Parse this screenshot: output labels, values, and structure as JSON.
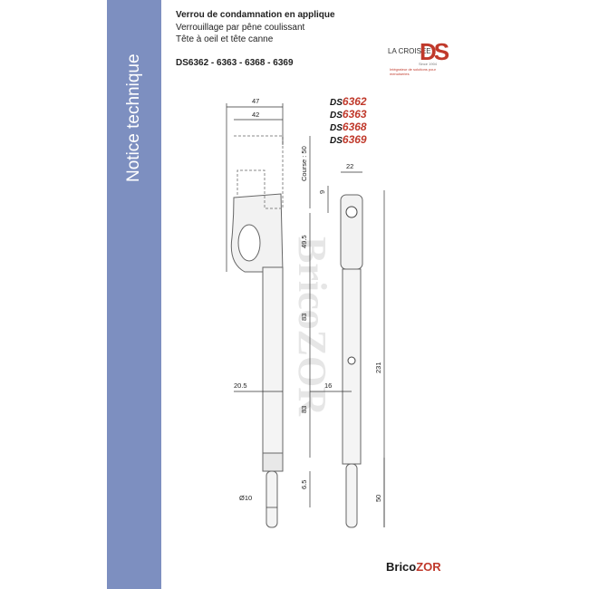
{
  "side_title": "Notice technique",
  "header": {
    "title": "Verrou de condamnation en applique",
    "line2": "Verrouillage par pêne coulissant",
    "line3": "Tête à oeil et tête canne",
    "references": "DS6362 - 6363 - 6368 - 6369"
  },
  "brand": {
    "name": "LA CROISEE",
    "mark": "DS",
    "since": "Since 1904",
    "tagline": "Intégrateur de solutions pour menuiseries"
  },
  "models": [
    {
      "prefix": "DS",
      "number": "6362"
    },
    {
      "prefix": "DS",
      "number": "6363"
    },
    {
      "prefix": "DS",
      "number": "6368"
    },
    {
      "prefix": "DS",
      "number": "6369"
    }
  ],
  "dimensions": {
    "d47": "47",
    "d42": "42",
    "course": "Course : 50",
    "d9": "9",
    "d22": "22",
    "d49_5": "49.5",
    "d83a": "83",
    "d83b": "83",
    "d20_5": "20.5",
    "d16": "16",
    "d231": "231",
    "d6_5": "6.5",
    "d50": "50",
    "d10": "Ø10"
  },
  "watermark": "BricoZOR",
  "footer": {
    "brand_left": "Brico",
    "brand_right": "ZOR"
  }
}
